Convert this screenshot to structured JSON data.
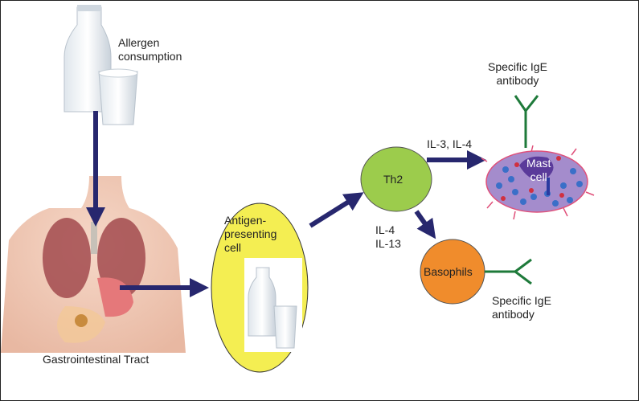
{
  "labels": {
    "allergen": "Allergen\nconsumption",
    "gi_tract": "Gastrointestinal Tract",
    "apc": "Antigen-\npresenting\ncell",
    "th2": "Th2",
    "il3_il4": "IL-3, IL-4",
    "il4_il13": "IL-4\nIL-13",
    "mast_cell": "Mast\ncell",
    "basophils": "Basophils",
    "ige_top": "Specific IgE\nantibody",
    "ige_bottom": "Specific IgE\nantibody"
  },
  "colors": {
    "arrow": "#27276e",
    "th2": "#9ccc4c",
    "apc": "#f4ee52",
    "basophils": "#f08c2c",
    "mast_cell": "#a48ccc",
    "antibody": "#1e7a3a"
  }
}
